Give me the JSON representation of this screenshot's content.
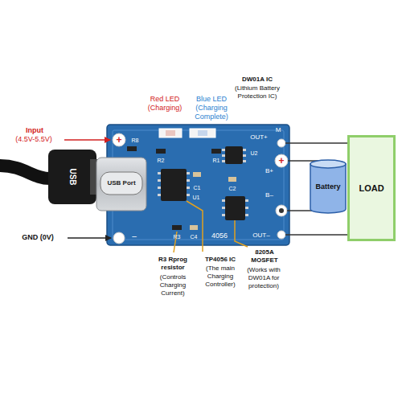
{
  "diagram": {
    "nodes": [
      {
        "text": [
          "Battery"
        ]
      },
      {
        "text": [
          "LOAD"
        ]
      }
    ],
    "labels": [
      "Red LED",
      "(Charging)",
      "Blue LED",
      "(Charging Complete)",
      "DW01A IC",
      "(Lithium Battery Protection IC)",
      "Input",
      "(4.5V-5.5V)",
      "+",
      "R8",
      "M",
      "OUT+",
      "+",
      "B+",
      "R2",
      "R1",
      "U2",
      "USB",
      "USB Port",
      "C1",
      "C2",
      "U1",
      "B–",
      "GND (0V)",
      "–",
      "R3",
      "C4",
      "4056",
      "OUT–",
      "R3 Rprog resistor",
      "(Controls Charging Current)",
      "TP4056 IC",
      "(The main Charging Controller)",
      "8205A MOSFET",
      "(Works with DW01A for protection)"
    ]
  }
}
